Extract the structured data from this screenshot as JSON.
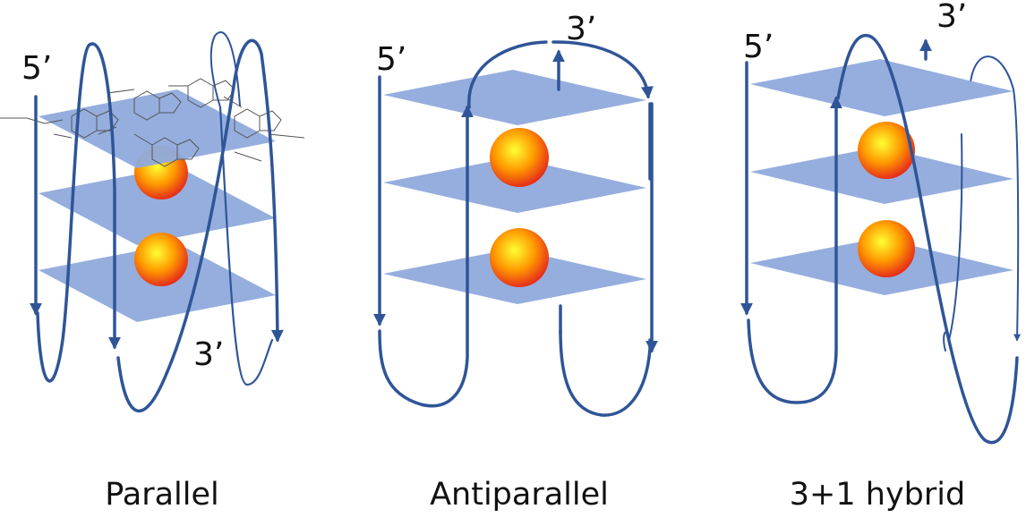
{
  "colors": {
    "strand": "#2f5597",
    "tetrad_fill": "#8faadc",
    "ion_center": "#ffff33",
    "ion_mid": "#ff9900",
    "ion_edge": "#e6301a",
    "structure_lines": "#555555"
  },
  "panels": [
    {
      "caption": "Parallel",
      "five_prime": "5’",
      "three_prime": "3’"
    },
    {
      "caption": "Antiparallel",
      "five_prime": "5’",
      "three_prime": "3’"
    },
    {
      "caption": "3+1 hybrid",
      "five_prime": "5’",
      "three_prime": "3’"
    }
  ]
}
